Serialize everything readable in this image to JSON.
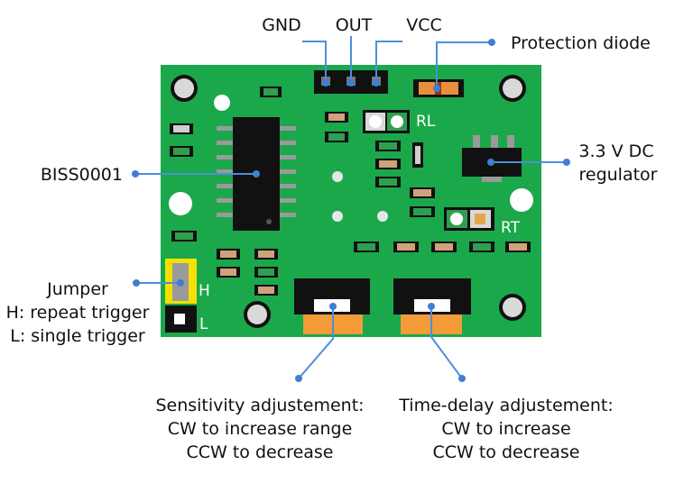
{
  "labels": {
    "gnd": "GND",
    "out": "OUT",
    "vcc": "VCC",
    "protection_diode": "Protection diode",
    "regulator_line1": "3.3 V DC",
    "regulator_line2": "regulator",
    "biss": "BISS0001",
    "jumper_line1": "Jumper",
    "jumper_line2": "H: repeat trigger",
    "jumper_line3": "L: single trigger",
    "sensitivity_line1": "Sensitivity adjustement:",
    "sensitivity_line2": "CW to increase range",
    "sensitivity_line3": "CCW to decrease",
    "timedelay_line1": "Time-delay adjustement:",
    "timedelay_line2": "CW to increase",
    "timedelay_line3": "CCW to decrease"
  },
  "board_labels": {
    "rl": "RL",
    "rt": "RT",
    "h": "H",
    "l": "L"
  },
  "colors": {
    "pcb": "#1aa84b",
    "callout": "#4b8fdc",
    "potentiometer_knob": "#f39b38",
    "jumper": "#f5e100"
  }
}
